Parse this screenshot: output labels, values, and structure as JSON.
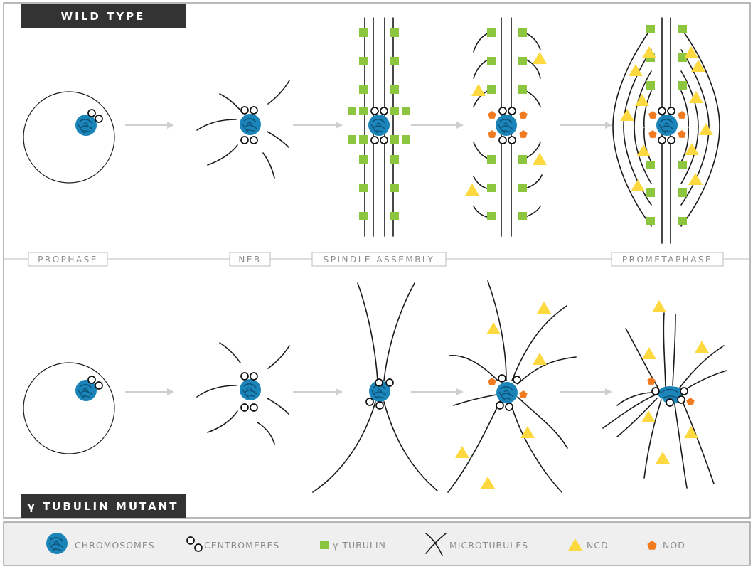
{
  "headers": {
    "wild_type": "WILD TYPE",
    "mutant": "γ TUBULIN MUTANT"
  },
  "stages": {
    "prophase": "PROPHASE",
    "neb": "NEB",
    "spindle_assembly": "SPINDLE ASSEMBLY",
    "prometaphase": "PROMETAPHASE"
  },
  "legend": {
    "chromosomes": "CHROMOSOMES",
    "centromeres": "CENTROMERES",
    "gamma_tubulin": "γ TUBULIN",
    "microtubules": "MICROTUBULES",
    "ncd": "NCD",
    "nod": "NOD"
  },
  "colors": {
    "chromosome": "#1b84b8",
    "gamma_tubulin": "#8cc63e",
    "ncd": "#fdd93f",
    "nod": "#f07b21",
    "header_bg": "#333333",
    "legend_bg": "#efefef",
    "arrow": "#cfcfcf"
  }
}
